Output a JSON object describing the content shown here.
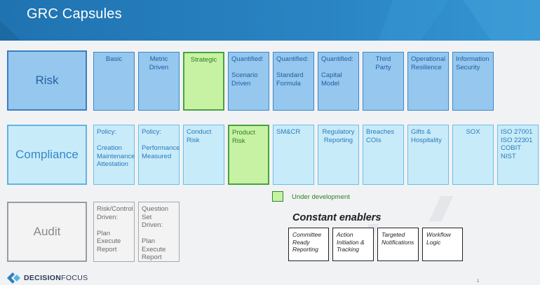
{
  "header": {
    "title": "GRC Capsules"
  },
  "rows": {
    "risk": {
      "label": "Risk",
      "items": [
        {
          "text": "Basic",
          "dev": false
        },
        {
          "text": "Metric\nDriven",
          "dev": false
        },
        {
          "text": "Strategic",
          "dev": true
        },
        {
          "text": "Quantified:\n\nScenario\nDriven",
          "dev": false
        },
        {
          "text": "Quantified:\n\nStandard\nFormula",
          "dev": false
        },
        {
          "text": "Quantified:\n\nCapital\nModel",
          "dev": false
        },
        {
          "text": "Third\nParty",
          "dev": false
        },
        {
          "text": "Operational\nResilience",
          "dev": false
        },
        {
          "text": "Information\nSecurity",
          "dev": false
        }
      ]
    },
    "compliance": {
      "label": "Compliance",
      "items": [
        {
          "text": "Policy:\n\nCreation\nMaintenance\nAttestation",
          "dev": false
        },
        {
          "text": "Policy:\n\nPerformance\nMeasured",
          "dev": false
        },
        {
          "text": "Conduct\nRisk",
          "dev": false
        },
        {
          "text": "Product\nRisk",
          "dev": true
        },
        {
          "text": "SM&CR",
          "dev": false
        },
        {
          "text": "Regulatory\nReporting",
          "dev": false
        },
        {
          "text": "Breaches\nCOIs",
          "dev": false
        },
        {
          "text": "Gifts &\nHospitality",
          "dev": false
        },
        {
          "text": "SOX",
          "dev": false
        },
        {
          "text": "ISO 27001\nISO 22301\nCOBIT\nNIST",
          "dev": false
        }
      ]
    },
    "audit": {
      "label": "Audit",
      "items": [
        {
          "text": "Risk/Control\nDriven:\n\nPlan\nExecute\nReport"
        },
        {
          "text": "Question Set\nDriven:\n\nPlan\nExecute\nReport"
        }
      ]
    }
  },
  "legend": {
    "label": "Under development",
    "swatch_color": "#c8f2a3"
  },
  "enablers": {
    "title": "Constant enablers",
    "items": [
      "Committee\nReady\nReporting",
      "Action\nInitiation &\nTracking",
      "Targeted\nNotifications",
      "Workflow\nLogic"
    ]
  },
  "colors": {
    "header": "#2a84c3",
    "risk_fill": "#95c7ef",
    "compliance_fill": "#c8ebfa",
    "dev_fill": "#c8f2a3",
    "audit_fill": "#f3f3f3"
  },
  "logo": {
    "word1": "DECISION",
    "word2": "FOCUS"
  },
  "footer": {
    "page_number": "1"
  }
}
